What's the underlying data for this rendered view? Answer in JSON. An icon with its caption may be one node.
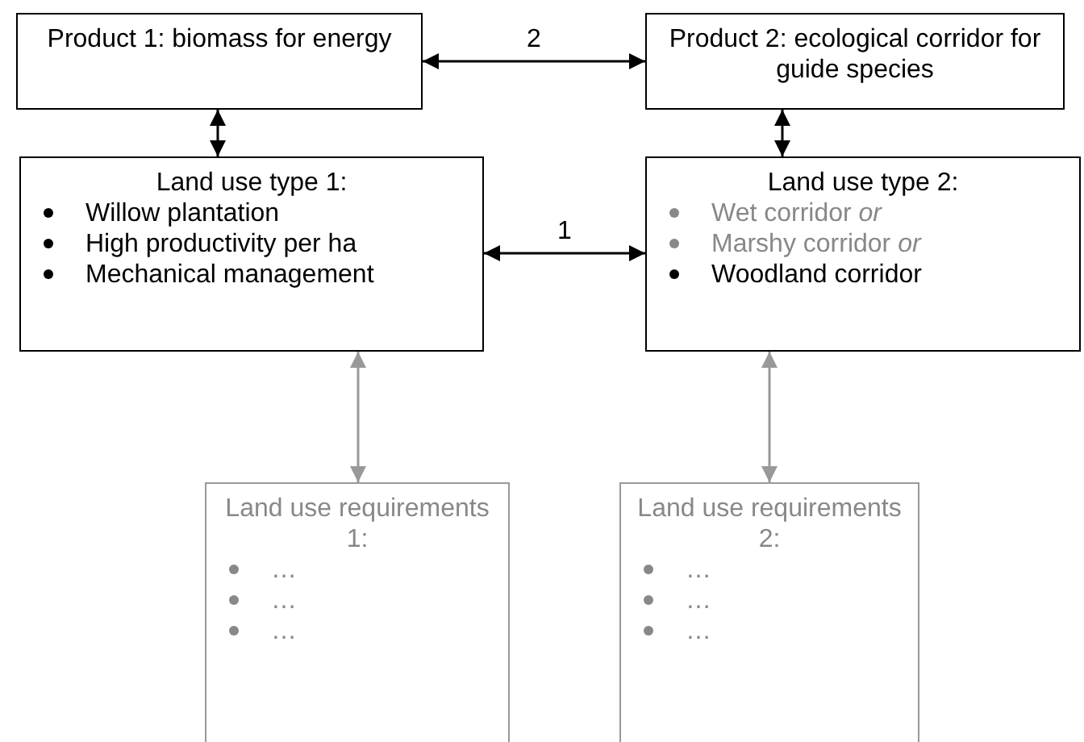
{
  "diagram": {
    "nodes": [
      {
        "text": [
          "Product 1: biomass for energy"
        ]
      },
      {
        "text": [
          "Product 2: ecological corridor for guide species"
        ]
      },
      {
        "text": [
          "Land use type 1:",
          "Willow plantation",
          "High productivity per ha",
          "Mechanical management"
        ]
      },
      {
        "text": [
          "Land use type 2:",
          "Wet corridor *or*",
          "Marshy corridor *or*",
          "Woodland corridor"
        ]
      },
      {
        "text": [
          "Land use requirements 1:",
          "…",
          "…",
          "…"
        ]
      },
      {
        "text": [
          "Land use requirements 2:",
          "…",
          "…",
          "…"
        ]
      }
    ],
    "edges": [
      {
        "from": 0,
        "to": 1,
        "arrow": "both",
        "label": "2"
      },
      {
        "from": 0,
        "to": 2,
        "arrow": "both"
      },
      {
        "from": 1,
        "to": 3,
        "arrow": "both"
      },
      {
        "from": 2,
        "to": 3,
        "arrow": "both",
        "label": "1"
      },
      {
        "from": 2,
        "to": 4,
        "arrow": "both",
        "color": "#999999"
      },
      {
        "from": 3,
        "to": 5,
        "arrow": "both",
        "color": "#999999"
      }
    ]
  }
}
